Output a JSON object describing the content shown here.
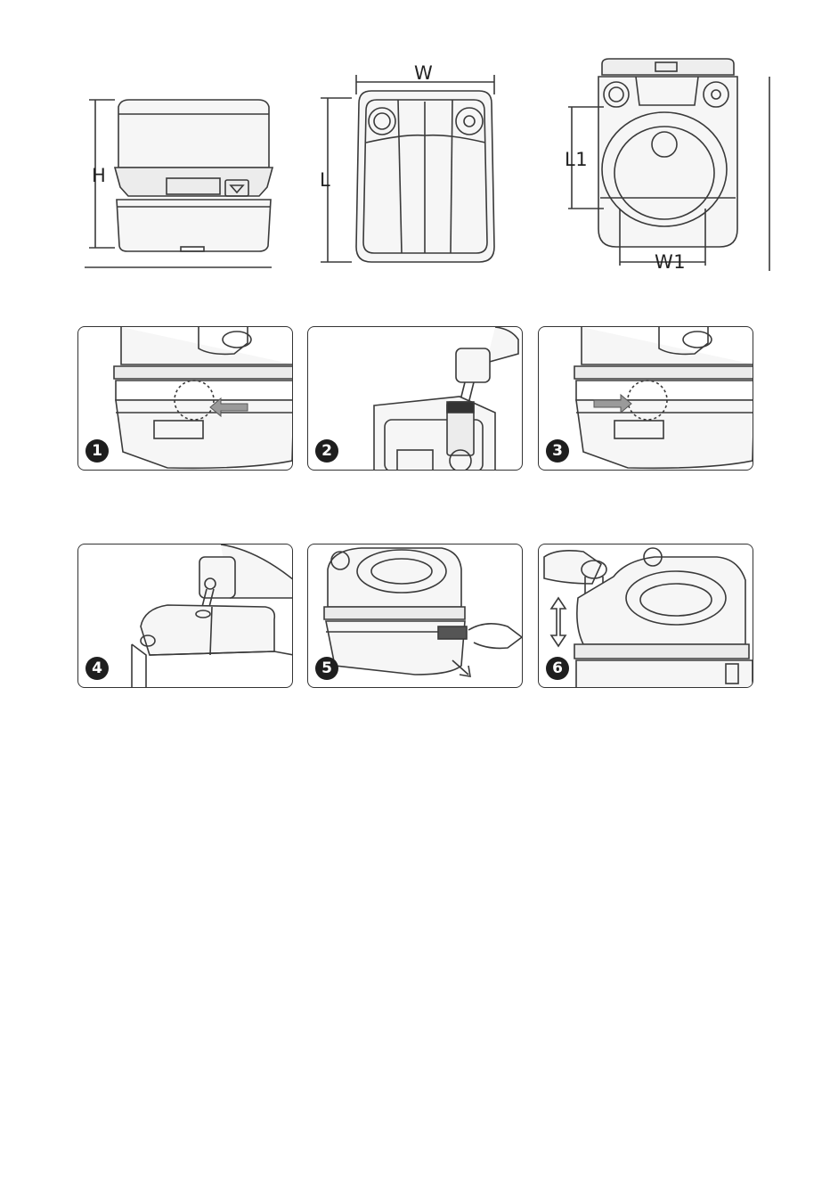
{
  "dimensions": {
    "height_label": "H",
    "length_label": "L",
    "width_label": "W",
    "inner_length_label": "L1",
    "inner_width_label": "W1"
  },
  "steps": [
    {
      "number": "1"
    },
    {
      "number": "2"
    },
    {
      "number": "3"
    },
    {
      "number": "4"
    },
    {
      "number": "5"
    },
    {
      "number": "6"
    }
  ],
  "colors": {
    "line": "#3a3a3a",
    "fill": "#f4f4f4",
    "badge": "#1e1e1e",
    "arrow": "#9a9a9a"
  }
}
